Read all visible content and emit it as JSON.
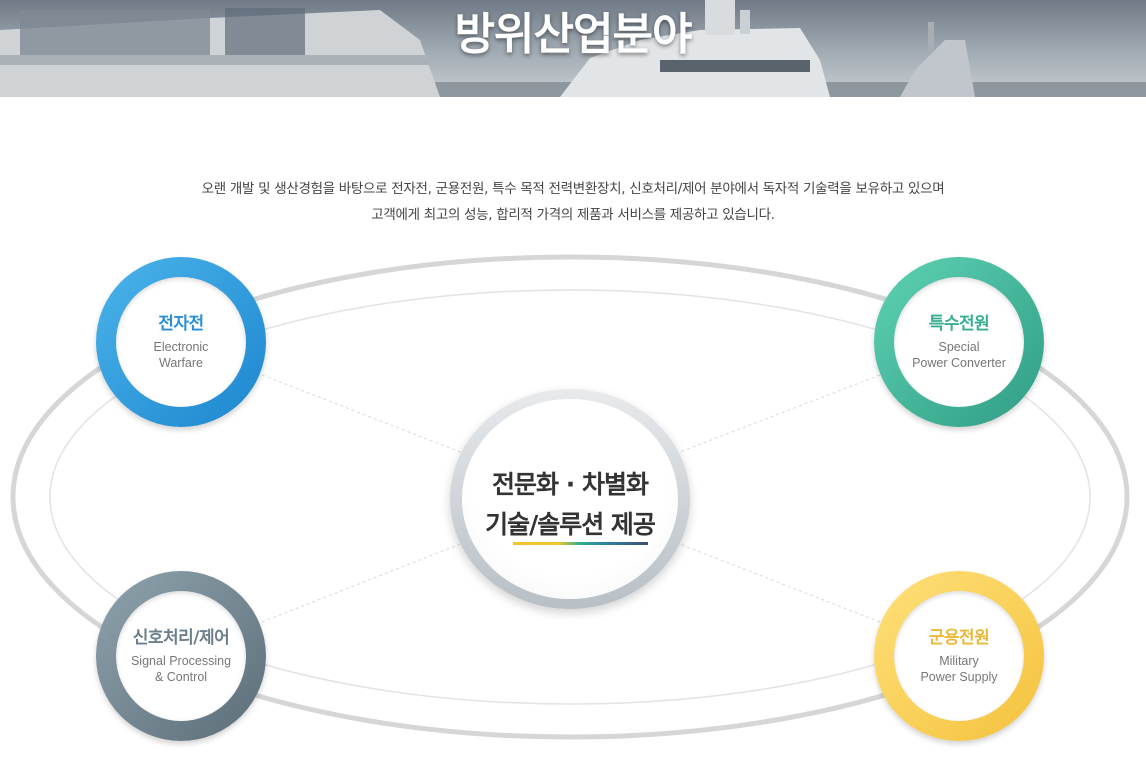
{
  "banner": {
    "title": "방위산업분야"
  },
  "intro": {
    "line1": "오랜 개발 및 생산경험을 바탕으로 전자전, 군용전원, 특수 목적 전력변환장치, 신호처리/제어 분야에서 독자적 기술력을 보유하고 있으며",
    "line2": "고객에게 최고의 성능, 합리적 가격의 제품과 서비스를 제공하고 있습니다."
  },
  "center": {
    "line1": "전문화 · 차별화",
    "line2": "기술/솔루션 제공"
  },
  "nodes": {
    "electronic_warfare": {
      "ko": "전자전",
      "en": "Electronic\nWarfare",
      "color": "#2a8fd6"
    },
    "special_power": {
      "ko": "특수전원",
      "en": "Special\nPower Converter",
      "color": "#3aae93"
    },
    "signal_processing": {
      "ko": "신호처리/제어",
      "en": "Signal Processing\n& Control",
      "color": "#6c808c"
    },
    "military_power": {
      "ko": "군용전원",
      "en": "Military\nPower Supply",
      "color": "#eab93a"
    }
  }
}
